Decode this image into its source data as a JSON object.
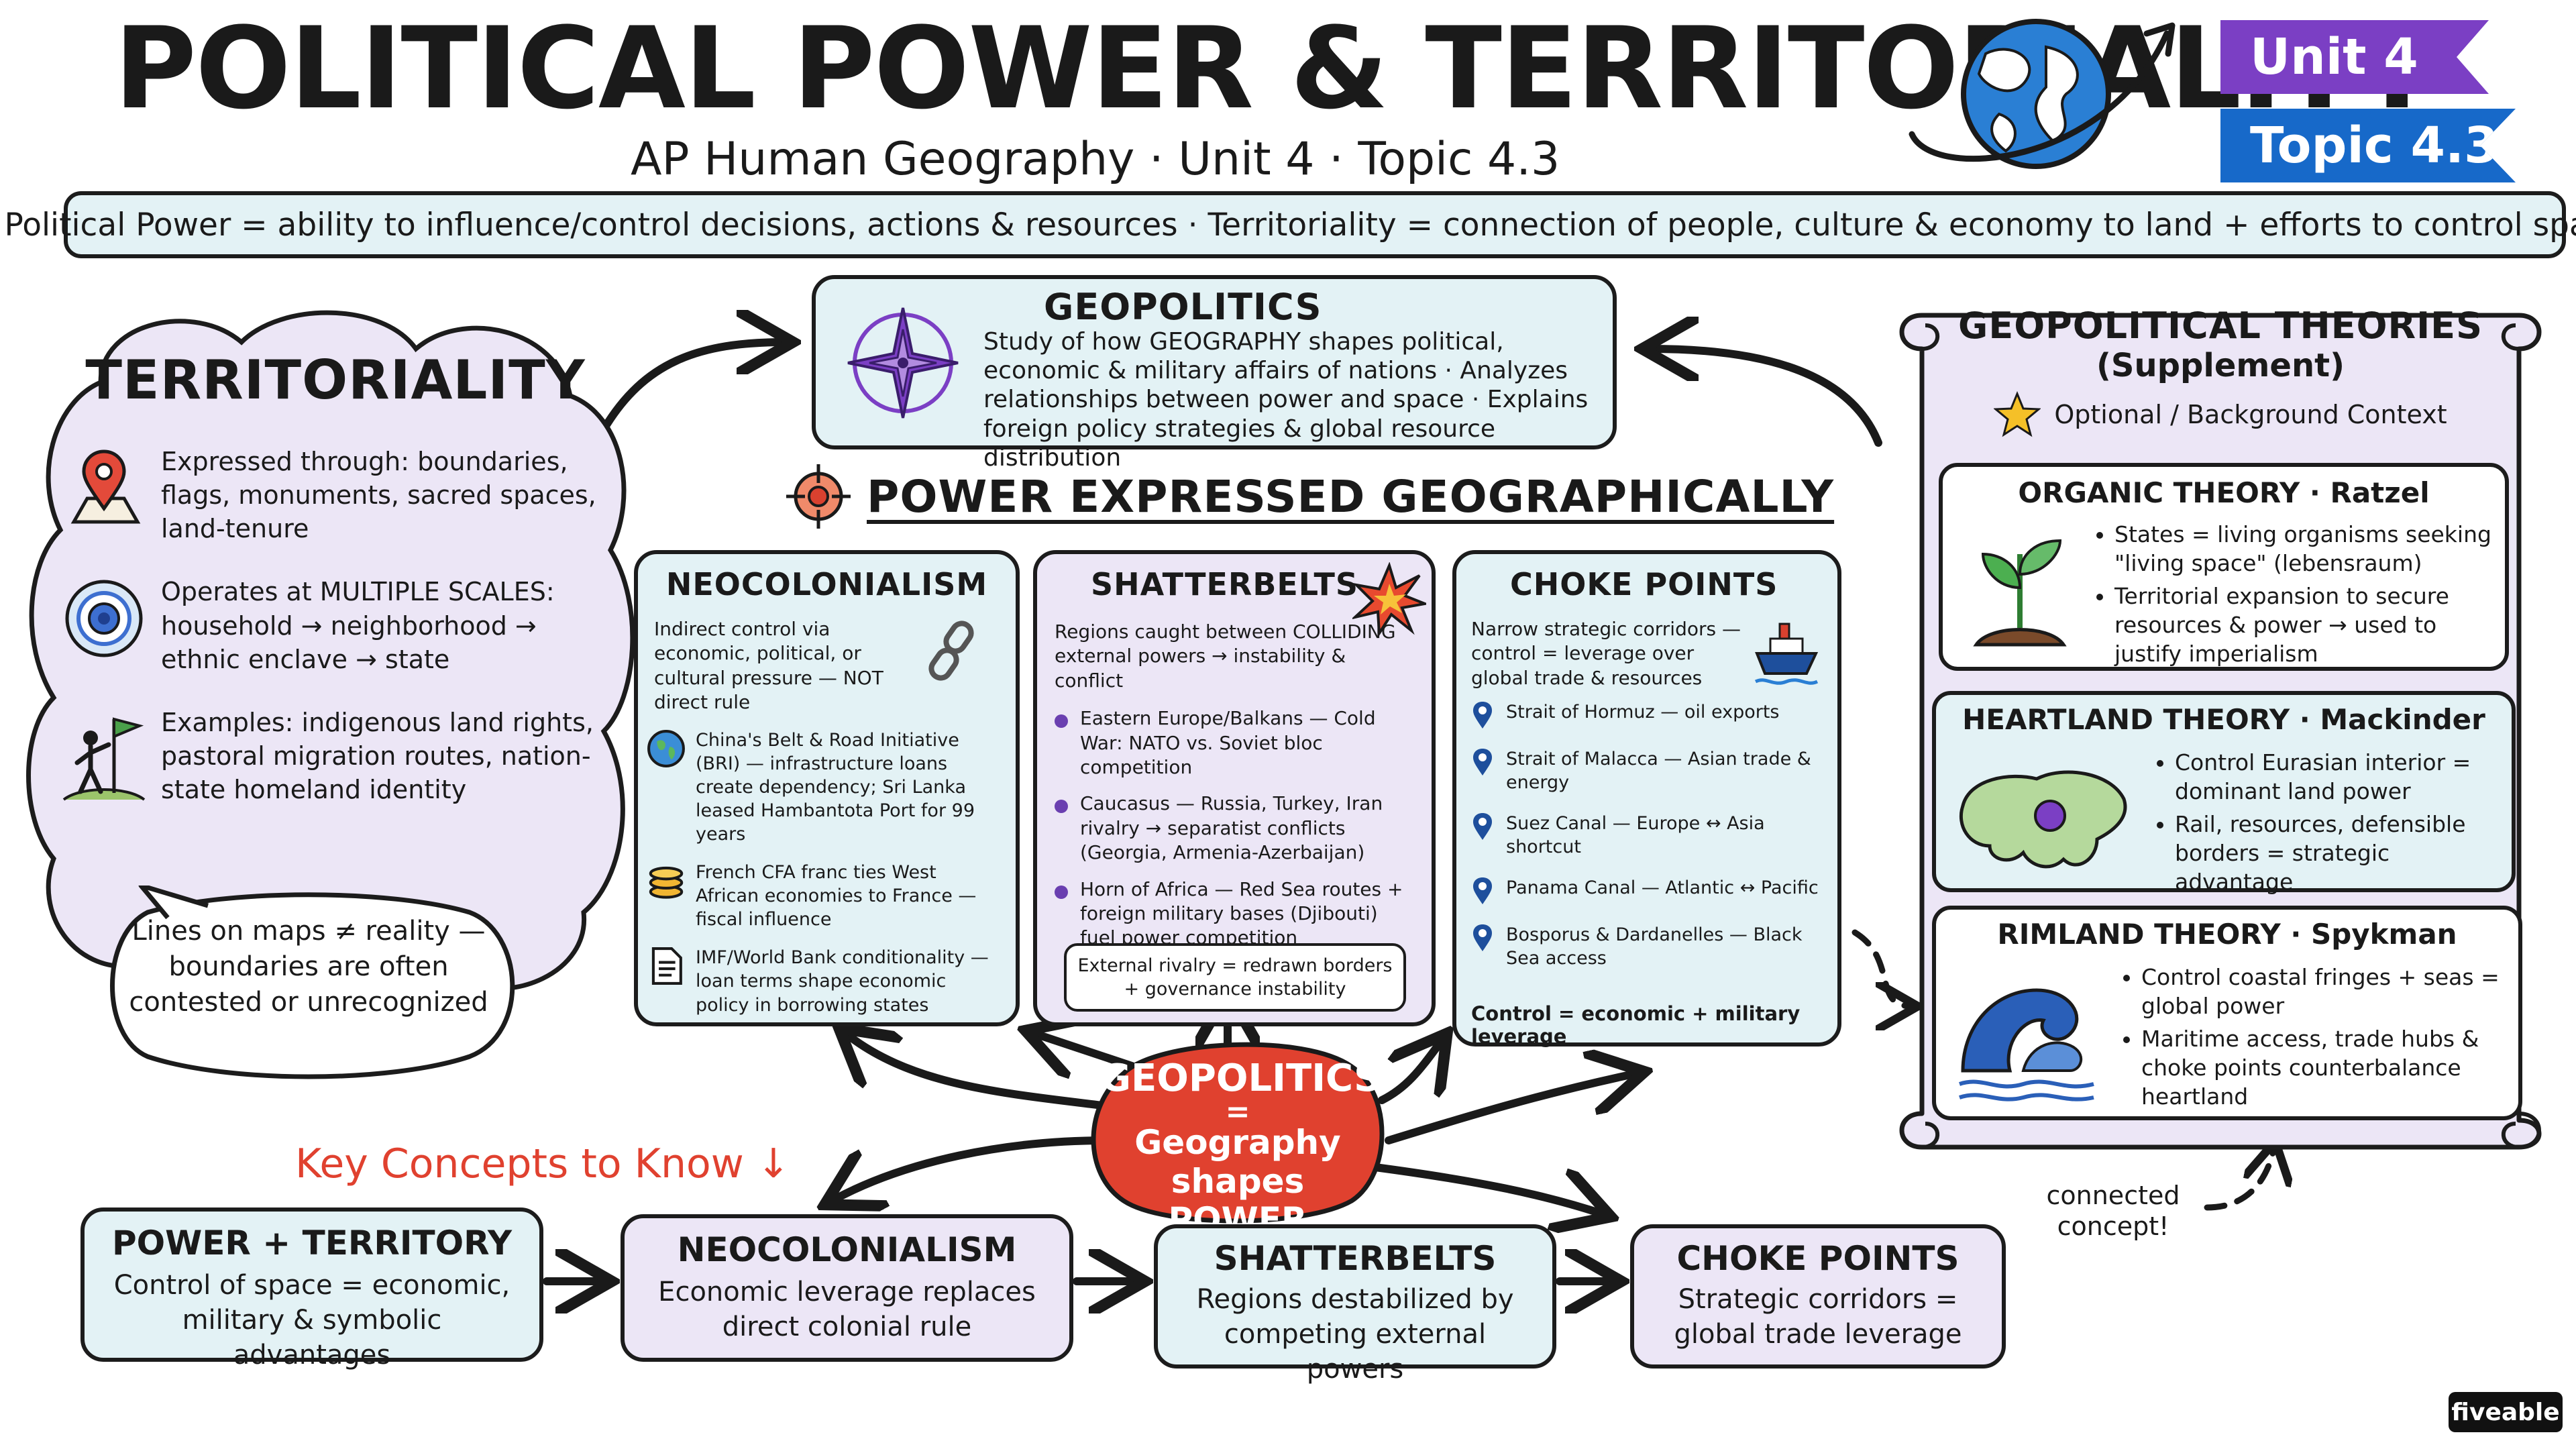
{
  "header": {
    "title": "POLITICAL POWER & TERRITORIALITY",
    "subtitle": "AP Human Geography · Unit 4 · Topic 4.3",
    "unit_tag": "Unit 4",
    "topic_tag": "Topic 4.3"
  },
  "definitions": {
    "banner": "Political Power = ability to influence/control decisions, actions & resources · Territoriality = connection of people, culture & economy to land + efforts to control space"
  },
  "territoriality": {
    "title": "TERRITORIALITY",
    "items": [
      {
        "text": "Expressed through: boundaries, flags, monuments, sacred spaces, land-tenure",
        "icon": "map-pin-icon"
      },
      {
        "text": "Operates at MULTIPLE SCALES: household → neighborhood → ethnic enclave → state",
        "icon": "target-icon"
      },
      {
        "text": "Examples: indigenous land rights, pastoral migration routes, nation-state homeland identity",
        "icon": "flag-person-icon"
      }
    ],
    "note": "Lines on maps ≠ reality — boundaries are often contested or unrecognized"
  },
  "geopolitics_box": {
    "title": "GEOPOLITICS",
    "text": "Study of how GEOGRAPHY shapes political, economic & military affairs of nations · Analyzes relationships between power and space · Explains foreign policy strategies & global resource distribution"
  },
  "power_heading": "POWER EXPRESSED GEOGRAPHICALLY",
  "neocolonialism": {
    "title": "NEOCOLONIALISM",
    "intro": "Indirect control via economic, political, or cultural pressure — NOT direct rule",
    "items": [
      {
        "text": "China's Belt & Road Initiative (BRI) — infrastructure loans create dependency; Sri Lanka leased Hambantota Port for 99 years",
        "icon": "globe-icon"
      },
      {
        "text": "French CFA franc ties West African economies to France — fiscal influence",
        "icon": "coins-icon"
      },
      {
        "text": "IMF/World Bank conditionality — loan terms shape economic policy in borrowing states",
        "icon": "document-icon"
      }
    ]
  },
  "shatterbelts": {
    "title": "SHATTERBELTS",
    "intro": "Regions caught between COLLIDING external powers → instability & conflict",
    "items": [
      "Eastern Europe/Balkans — Cold War: NATO vs. Soviet bloc competition",
      "Caucasus — Russia, Turkey, Iran rivalry → separatist conflicts (Georgia, Armenia-Azerbaijan)",
      "Horn of Africa — Red Sea routes + foreign military bases (Djibouti) fuel power competition"
    ],
    "note": "External rivalry = redrawn borders + governance instability"
  },
  "chokepoints": {
    "title": "CHOKE POINTS",
    "intro": "Narrow strategic corridors — control = leverage over global trade & resources",
    "items": [
      "Strait of Hormuz — oil exports",
      "Strait of Malacca — Asian trade & energy",
      "Suez Canal — Europe ↔ Asia shortcut",
      "Panama Canal — Atlantic ↔ Pacific",
      "Bosporus & Dardanelles — Black Sea access"
    ],
    "footer": "Control = economic + military leverage"
  },
  "theories": {
    "title": "GEOPOLITICAL THEORIES",
    "subtitle": "(Supplement)",
    "context": "Optional / Background Context",
    "organic": {
      "title": "ORGANIC THEORY · Ratzel",
      "items": [
        "States = living organisms seeking \"living space\" (lebensraum)",
        "Territorial expansion to secure resources & power → used to justify imperialism"
      ]
    },
    "heartland": {
      "title": "HEARTLAND THEORY · Mackinder",
      "items": [
        "Control Eurasian interior = dominant land power",
        "Rail, resources, defensible borders = strategic advantage"
      ]
    },
    "rimland": {
      "title": "RIMLAND THEORY · Spykman",
      "items": [
        "Control coastal fringes + seas = global power",
        "Maritime access, trade hubs & choke points counterbalance heartland"
      ]
    }
  },
  "center": {
    "line1": "GEOPOLITICS",
    "line2": "=",
    "line3": "Geography shapes POWER"
  },
  "key_concepts": {
    "label": "Key Concepts to Know ↓",
    "items": [
      {
        "title": "POWER + TERRITORY",
        "text": "Control of space = economic, military & symbolic advantages"
      },
      {
        "title": "NEOCOLONIALISM",
        "text": "Economic leverage replaces direct colonial rule"
      },
      {
        "title": "SHATTERBELTS",
        "text": "Regions destabilized by competing external powers"
      },
      {
        "title": "CHOKE POINTS",
        "text": "Strategic corridors = global trade leverage"
      }
    ]
  },
  "connected_note": "connected concept!",
  "brand": "fiveable",
  "colors": {
    "purple": "#7b3fc4",
    "blue": "#1769c9",
    "red": "#d9412f",
    "light_blue": "#e3f2f5",
    "light_purple": "#ece6f6"
  }
}
